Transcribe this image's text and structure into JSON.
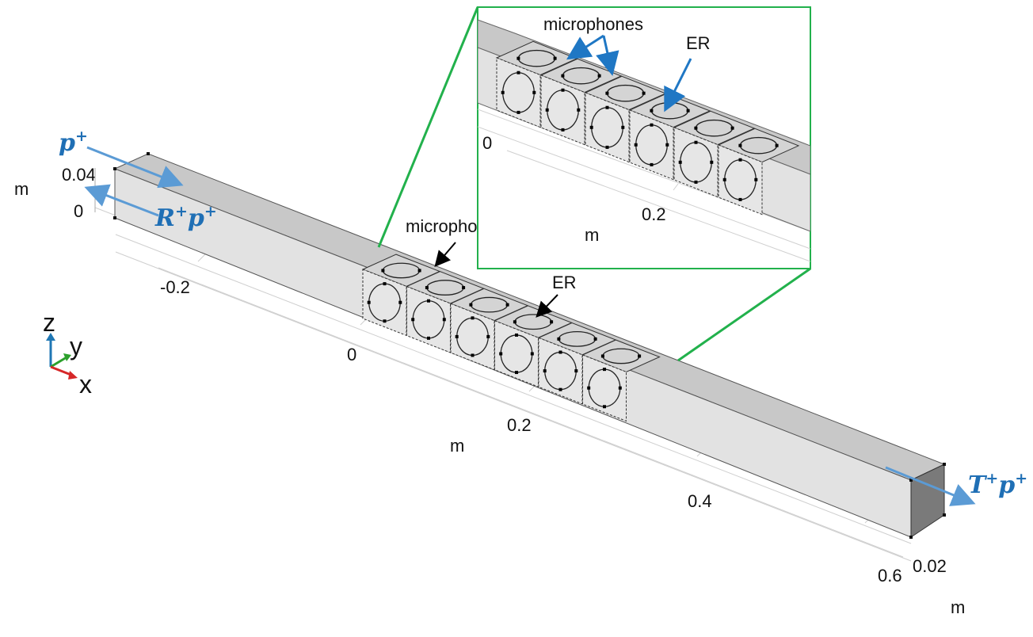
{
  "main_view": {
    "axis_ticks": {
      "x": [
        "-0.2",
        "0",
        "0.2",
        "0.4",
        "0.6"
      ],
      "z": [
        "0.04",
        "0"
      ],
      "y_end": "0.02"
    },
    "units": {
      "x": "m",
      "z": "m",
      "y": "m"
    },
    "annotations": {
      "microphones": "microphones",
      "er": "ER"
    }
  },
  "inset": {
    "annotations": {
      "microphones": "microphones",
      "er": "ER"
    },
    "ticks": [
      "0",
      "0.2"
    ],
    "unit": "m"
  },
  "waves": {
    "incident": {
      "base": "p",
      "sup": "+"
    },
    "reflected": {
      "base1": "R",
      "sup1": "+",
      "base2": "p",
      "sup2": "+"
    },
    "transmitted": {
      "base1": "T",
      "sup1": "+",
      "base2": "p",
      "sup2": "+"
    }
  },
  "axes_triad": {
    "z": "z",
    "y": "y",
    "x": "x"
  },
  "colors": {
    "wave_arrow": "#5b9bd5",
    "wave_text": "#1f6fb5",
    "inset_border": "#22b14c",
    "callout_blue": "#1f77c4",
    "duct_side": "#e2e2e2",
    "duct_top": "#c8c8c8",
    "duct_end": "#7a7a7a",
    "triad_x": "#d62728",
    "triad_y": "#2ca02c",
    "triad_z": "#1f77b4"
  }
}
